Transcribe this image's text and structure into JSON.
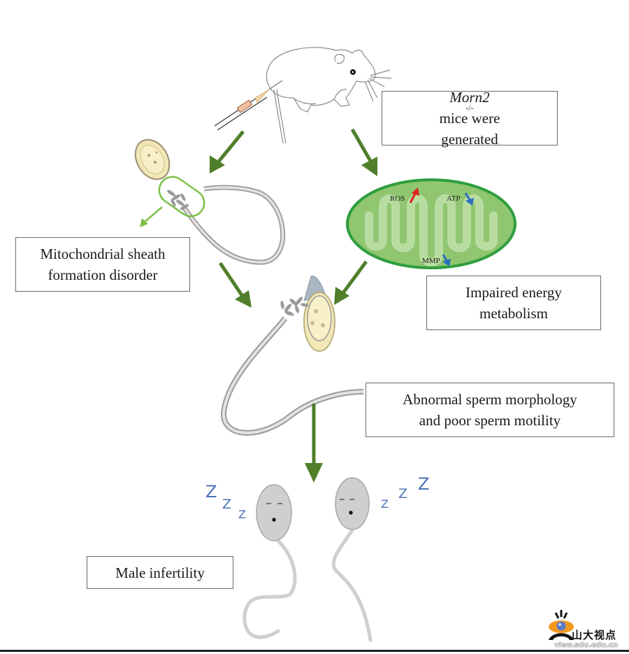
{
  "figure": {
    "type": "graphical-abstract",
    "colors": {
      "arrow_green": "#4f7f2a",
      "light_green_arrow": "#7cc04a",
      "mito_fill": "#8fc66f",
      "mito_border": "#2e9e3e",
      "cristae": "#b8dca0",
      "ros_up": "#e02020",
      "down_blue": "#2a6fc0",
      "zzz_blue": "#4a72b8",
      "sperm_head_grey": "#cfcfcf",
      "box_border": "#6b6b6b"
    }
  },
  "boxes": {
    "mice_generated": {
      "gene": "Morn2",
      "genotype": "-/-",
      "line1_rest": " mice were",
      "line2": "generated"
    },
    "mito_sheath": {
      "line1": "Mitochondrial sheath",
      "line2": "formation disorder"
    },
    "energy": {
      "line1": "Impaired energy",
      "line2": "metabolism"
    },
    "abnormal_sperm": {
      "line1": "Abnormal sperm morphology",
      "line2": "and poor sperm motility"
    },
    "infertility": {
      "line1": "Male infertility"
    }
  },
  "mitochondrion": {
    "labels": [
      {
        "text": "ROS",
        "direction": "up"
      },
      {
        "text": "ATP",
        "direction": "down"
      },
      {
        "text": "MMP",
        "direction": "down"
      }
    ]
  },
  "sleeping_sperm": {
    "left_zzz": [
      "Z",
      "Z",
      "Z"
    ],
    "right_zzz": [
      "Z",
      "Z",
      "Z"
    ]
  },
  "watermark": {
    "cn_text": "山大视点",
    "url_text": "view.sdu.edu.cn"
  }
}
